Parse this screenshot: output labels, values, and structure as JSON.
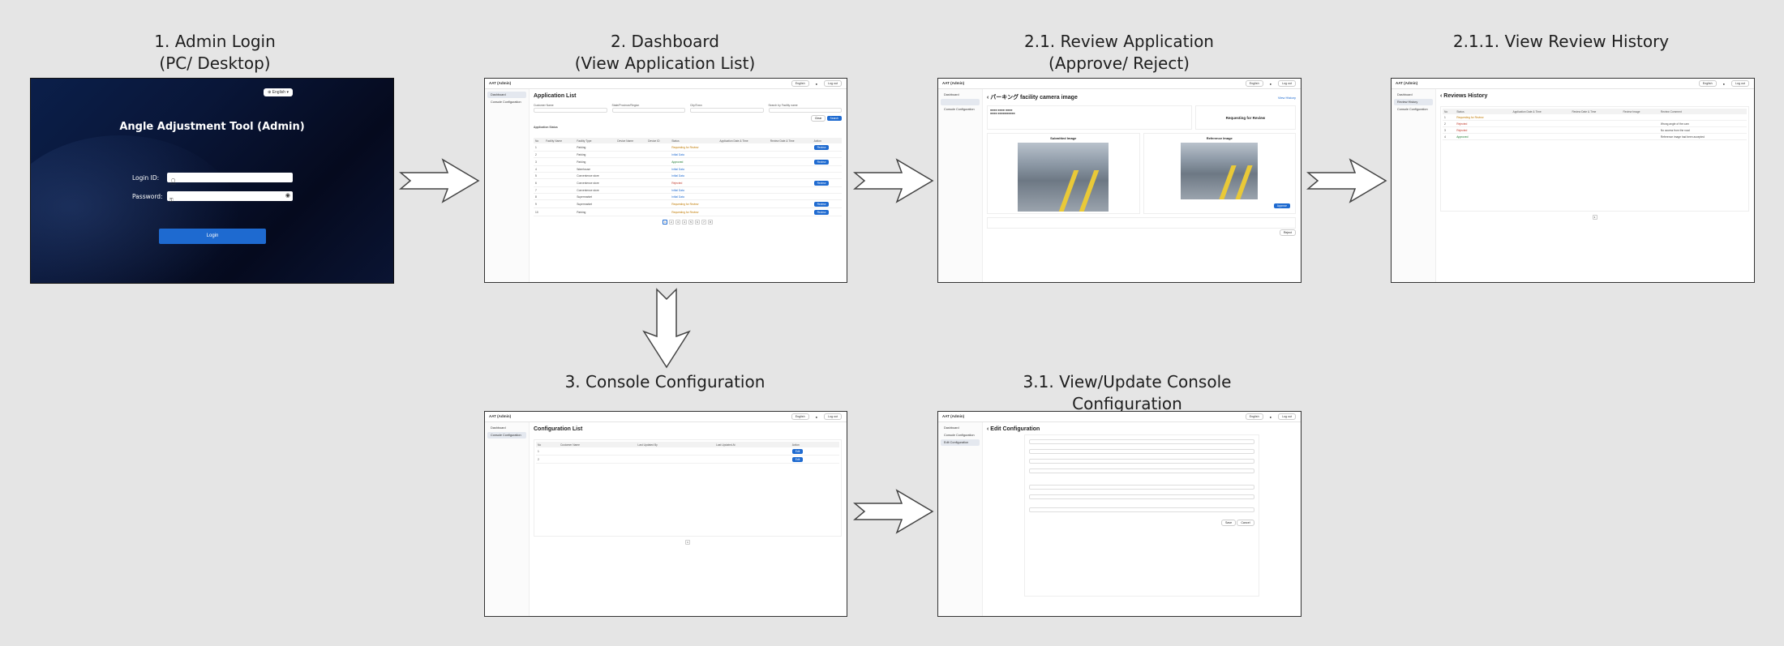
{
  "flow": {
    "step1": {
      "line1": "1. Admin Login",
      "line2": "(PC/ Desktop)"
    },
    "step2": {
      "line1": "2. Dashboard",
      "line2": "(View Application List)"
    },
    "step21": {
      "line1": "2.1. Review Application",
      "line2": "(Approve/ Reject)"
    },
    "step211": {
      "line1": "2.1.1. View Review History"
    },
    "step3": {
      "line1": "3. Console Configuration"
    },
    "step31": {
      "line1": "3.1. View/Update Console Configuration"
    }
  },
  "login": {
    "title": "Angle Adjustment Tool (Admin)",
    "language": "English",
    "login_id_label": "Login ID:",
    "password_label": "Password:",
    "login_button": "Login"
  },
  "app": {
    "brand": "AAT (Admin)",
    "language": "English",
    "logout": "Log out",
    "sidebar": {
      "dashboard": "Dashboard",
      "console_configuration": "Console Configuration",
      "review_history": "Review History",
      "edit_configuration": "Edit Configuration"
    }
  },
  "dashboard": {
    "title": "Application List",
    "filter_customer": "Customer Name",
    "filter_region": "State/Province/Region",
    "filter_city": "City/Town",
    "filter_search": "Search by Facility name",
    "clear_button": "Clear",
    "search_button": "Search",
    "status_label": "Application Status",
    "columns": [
      "No",
      "Facility Name",
      "Facility Type",
      "Device Name",
      "Device ID",
      "Status",
      "Application Date & Time",
      "Review Date & Time",
      "Action"
    ],
    "rows": [
      [
        "1",
        "",
        "Parking",
        "",
        "",
        "Requesting for Review",
        "",
        "",
        "Review"
      ],
      [
        "2",
        "",
        "Parking",
        "",
        "",
        "Initial Data",
        "",
        "",
        ""
      ],
      [
        "3",
        "",
        "Parking",
        "",
        "",
        "Approved",
        "",
        "",
        "Review"
      ],
      [
        "4",
        "",
        "Warehouse",
        "",
        "",
        "Initial Data",
        "",
        "",
        ""
      ],
      [
        "5",
        "",
        "Convenience store",
        "",
        "",
        "Initial Data",
        "",
        "",
        ""
      ],
      [
        "6",
        "",
        "Convenience store",
        "",
        "",
        "Rejected",
        "",
        "",
        "Review"
      ],
      [
        "7",
        "",
        "Convenience store",
        "",
        "",
        "Initial Data",
        "",
        "",
        ""
      ],
      [
        "8",
        "",
        "Supermarket",
        "",
        "",
        "Initial Data",
        "",
        "",
        ""
      ],
      [
        "9",
        "",
        "Supermarket",
        "",
        "",
        "Requesting for Review",
        "",
        "",
        "Review"
      ],
      [
        "10",
        "",
        "Parking",
        "",
        "",
        "Requesting for Review",
        "",
        "",
        "Review"
      ]
    ],
    "pages": [
      "1",
      "2",
      "3",
      "4",
      "5",
      "6",
      "7",
      "8"
    ]
  },
  "review": {
    "title": "パーキング facility camera image",
    "view_history": "View History",
    "status": "Requesting for Review",
    "submitted_label": "Submitted Image",
    "reference_label": "Reference Image",
    "approve_button": "Approve",
    "reject_button": "Reject"
  },
  "history": {
    "title": "Reviews History",
    "columns": [
      "No",
      "Status",
      "Application Date & Time",
      "Review Date & Time",
      "Review Image",
      "Review Comment"
    ],
    "rows": [
      [
        "1",
        "Requesting for Review",
        "",
        "",
        "",
        ""
      ],
      [
        "2",
        "Rejected",
        "",
        "",
        "",
        "Wrong angle of the cam"
      ],
      [
        "3",
        "Rejected",
        "",
        "",
        "",
        "No access from the road"
      ],
      [
        "4",
        "Approved",
        "",
        "",
        "",
        "Reference image had been accepted"
      ]
    ]
  },
  "config": {
    "title": "Configuration List",
    "columns": [
      "No",
      "Customer Name",
      "Last Updated By",
      "Last Updated At",
      "Action"
    ],
    "rows": [
      [
        "1",
        "",
        "",
        "",
        "Edit"
      ],
      [
        "2",
        "",
        "",
        "",
        "Edit"
      ]
    ]
  },
  "edit": {
    "title": "Edit Configuration",
    "cancel_button": "Cancel",
    "save_button": "Save"
  },
  "colors": {
    "background": "#e5e5e5",
    "accent": "#1e6ad0",
    "login_bg": "#0a1638"
  }
}
